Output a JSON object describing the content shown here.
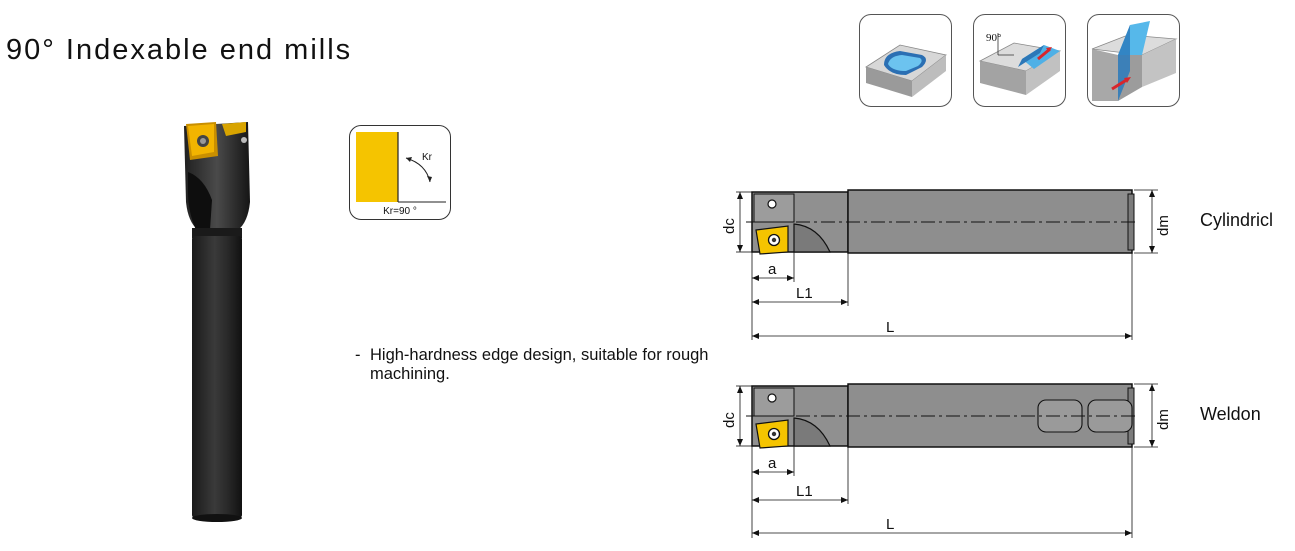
{
  "header": {
    "title": "90° Indexable end mills"
  },
  "kr_card": {
    "angle_label": "Kr",
    "caption": "Kr=90 °"
  },
  "features": [
    {
      "dash": "-",
      "text": "High-hardness edge design, suitable for rough machining."
    }
  ],
  "application_icons": [
    {
      "name": "pocket-milling-icon"
    },
    {
      "name": "shoulder-milling-90-icon",
      "angle_text": "90°"
    },
    {
      "name": "slot-milling-icon"
    }
  ],
  "drawings": [
    {
      "variant": "Cylindricl",
      "dims": {
        "dc": "dc",
        "dm": "dm",
        "a": "a",
        "L1": "L1",
        "L": "L"
      }
    },
    {
      "variant": "Weldon",
      "dims": {
        "dc": "dc",
        "dm": "dm",
        "a": "a",
        "L1": "L1",
        "L": "L"
      }
    }
  ],
  "colors": {
    "insert_yellow": "#f5c400",
    "shank_gray": "#8f8f8f",
    "accent_blue": "#3aa7e0",
    "arrow_red": "#d9262c"
  }
}
